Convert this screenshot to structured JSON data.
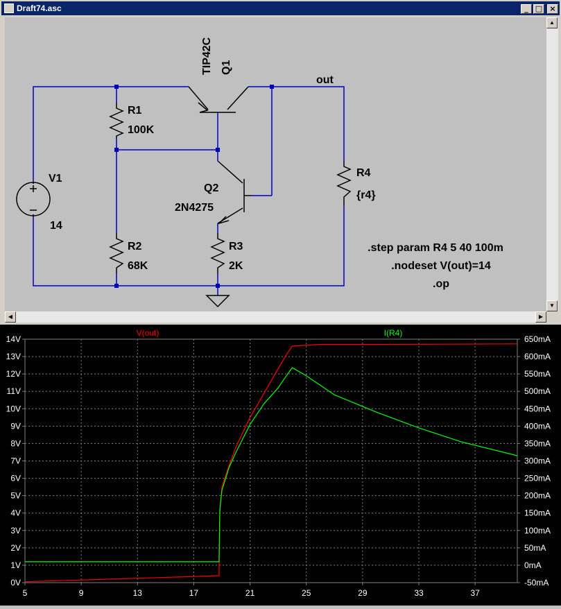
{
  "window": {
    "title": "Draft74.asc",
    "minimize_icon": "minimize-icon",
    "maximize_icon": "maximize-icon",
    "close_icon": "close-icon"
  },
  "schematic": {
    "q1_model": "TIP42C",
    "q1_name": "Q1",
    "q2_name": "Q2",
    "q2_model": "2N4275",
    "r1_name": "R1",
    "r1_value": "100K",
    "r2_name": "R2",
    "r2_value": "68K",
    "r3_name": "R3",
    "r3_value": "2K",
    "r4_name": "R4",
    "r4_value": "{r4}",
    "v1_name": "V1",
    "v1_value": "14",
    "out_label": "out",
    "directive_step": ".step param R4 5 40 100m",
    "directive_nodeset": ".nodeset V(out)=14",
    "directive_op": ".op",
    "wire_color": "#0000c0",
    "part_color": "#000000"
  },
  "plot": {
    "trace_v_label": "V(out)",
    "trace_i_label": "I(R4)",
    "x_ticks": [
      "5",
      "9",
      "13",
      "17",
      "21",
      "25",
      "29",
      "33",
      "37"
    ],
    "left_ticks": [
      "0V",
      "1V",
      "2V",
      "3V",
      "4V",
      "5V",
      "6V",
      "7V",
      "8V",
      "9V",
      "10V",
      "11V",
      "12V",
      "13V",
      "14V"
    ],
    "right_ticks": [
      "-50mA",
      "0mA",
      "50mA",
      "100mA",
      "150mA",
      "200mA",
      "250mA",
      "300mA",
      "350mA",
      "400mA",
      "450mA",
      "500mA",
      "550mA",
      "600mA",
      "650mA"
    ],
    "colors": {
      "v_out": "#ff0000",
      "i_r4": "#00ff00",
      "grid": "#808080",
      "text": "#ffffff",
      "bg": "#000000"
    }
  },
  "chart_data": {
    "type": "line",
    "xlim": [
      5,
      40
    ],
    "ylim_left": [
      0,
      14
    ],
    "ylim_right": [
      -50,
      650
    ],
    "grid": true,
    "x_ticks": [
      5,
      9,
      13,
      17,
      21,
      25,
      29,
      33,
      37
    ],
    "series": [
      {
        "name": "V(out)",
        "axis": "left",
        "unit": "V",
        "color": "#ff0000",
        "x": [
          5,
          9,
          13,
          17,
          18.8,
          18.85,
          19.0,
          19.5,
          20.0,
          21.0,
          22.0,
          23.0,
          23.5,
          24.0,
          26,
          30,
          40
        ],
        "y": [
          0.05,
          0.15,
          0.25,
          0.35,
          0.4,
          4.0,
          5.5,
          6.7,
          7.8,
          9.5,
          10.9,
          12.3,
          13.0,
          13.6,
          13.7,
          13.7,
          13.73
        ]
      },
      {
        "name": "I(R4)",
        "axis": "right",
        "unit": "mA",
        "color": "#00ff00",
        "x": [
          5,
          9,
          13,
          17,
          18.8,
          18.85,
          19.0,
          19.5,
          20.0,
          21.0,
          22.0,
          23.0,
          23.5,
          24.0,
          25,
          27,
          30,
          33,
          36,
          40
        ],
        "y": [
          10,
          10,
          10,
          10,
          10,
          160,
          215,
          280,
          325,
          405,
          465,
          510,
          540,
          568,
          545,
          490,
          440,
          395,
          355,
          315
        ]
      }
    ]
  }
}
